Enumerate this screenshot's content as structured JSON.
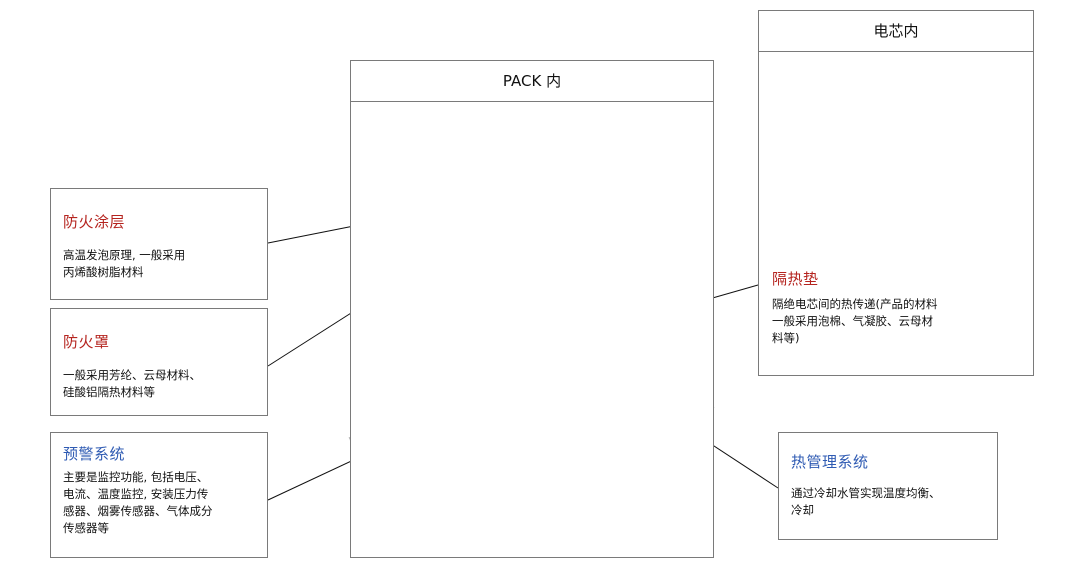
{
  "pack_box": {
    "header": "PACK 内"
  },
  "cell_box": {
    "header": "电芯内"
  },
  "callouts": {
    "fire_coating": {
      "title": "防火涂层",
      "desc": [
        "高温发泡原理, 一般采用",
        "丙烯酸树脂材料"
      ]
    },
    "fire_cover": {
      "title": "防火罩",
      "desc": [
        "一般采用芳纶、云母材料、",
        "硅酸铝隔热材料等"
      ]
    },
    "warning_system": {
      "title": "预警系统",
      "desc": [
        "主要是监控功能, 包括电压、",
        "电流、温度监控, 安装压力传",
        "感器、烟雾传感器、气体成分",
        "传感器等"
      ]
    },
    "thermal_pad": {
      "title": "隔热垫",
      "desc": [
        "隔绝电芯间的热传递(产品的材料",
        "一般采用泡棉、气凝胶、云母材",
        "料等)"
      ]
    },
    "thermal_mgmt": {
      "title": "热管理系统",
      "desc": [
        "通过冷却水管实现温度均衡、",
        "冷却"
      ]
    }
  },
  "colors": {
    "title_red": "#b5241f",
    "title_blue": "#2f5bb3",
    "lid": "#262a5c",
    "sheet": "#c9d9a6",
    "module": "#b9bcc2",
    "cooling": "#8d86d6",
    "tray": "#d7d8dc"
  }
}
